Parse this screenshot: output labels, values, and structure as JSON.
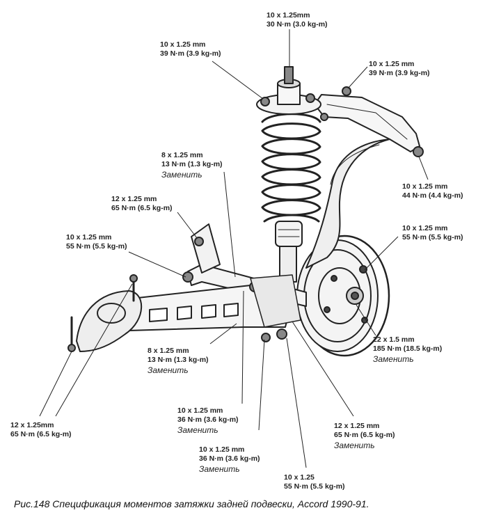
{
  "labels": {
    "top_center": {
      "size": "10 x 1.25mm",
      "torque": "30 N·m (3.0 kg-m)"
    },
    "top_left": {
      "size": "10 x 1.25 mm",
      "torque": "39 N·m (3.9 kg-m)"
    },
    "top_right": {
      "size": "10 x 1.25 mm",
      "torque": "39 N·m (3.9 kg-m)"
    },
    "ball_joint": {
      "size": "10 x 1.25 mm",
      "torque": "44 N·m (4.4 kg-m)"
    },
    "link_upper": {
      "size": "8 x 1.25 mm",
      "torque": "13 N·m (1.3 kg-m)",
      "note": "Заменить"
    },
    "trailing_arm": {
      "size": "12 x 1.25 mm",
      "torque": "65 N·m (6.5 kg-m)"
    },
    "lower_left": {
      "size": "10 x 1.25 mm",
      "torque": "55 N·m (5.5 kg-m)"
    },
    "hub_right": {
      "size": "10 x 1.25 mm",
      "torque": "55 N·m (5.5 kg-m)"
    },
    "spindle_nut": {
      "size": "22 x 1.5 mm",
      "torque": "185 N·m (18.5 kg-m)",
      "note": "Заменить"
    },
    "link_lower": {
      "size": "8 x 1.25 mm",
      "torque": "13 N·m (1.3 kg-m)",
      "note": "Заменить"
    },
    "bracket_bolts": {
      "size": "12 x 1.25mm",
      "torque": "65 N·m (6.5 kg-m)"
    },
    "knuckle_a": {
      "size": "10 x 1.25 mm",
      "torque": "36 N·m (3.6 kg-m)",
      "note": "Заменить"
    },
    "knuckle_b": {
      "size": "10 x 1.25 mm",
      "torque": "36 N·m (3.6 kg-m)",
      "note": "Заменить"
    },
    "knuckle_c": {
      "size": "12 x 1.25 mm",
      "torque": "65 N·m (6.5 kg-m)",
      "note": "Заменить"
    },
    "bottom": {
      "size": "10 x 1.25",
      "torque": "55 N·m (5.5 kg-m)"
    }
  },
  "caption": "Рис.148  Спецификация моментов затяжки задней подвески, Accord  1990-91."
}
